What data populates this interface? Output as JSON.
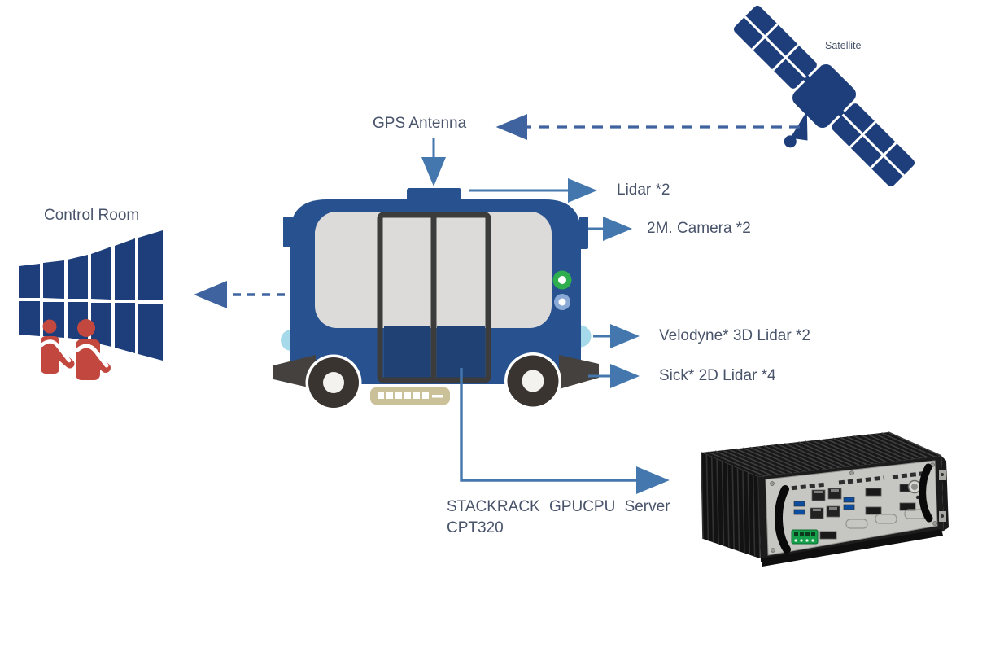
{
  "diagram": {
    "description": "Autonomous shuttle system diagram",
    "labels": {
      "satellite": "Satellite",
      "gps_antenna": "GPS Antenna",
      "control_room": "Control Room"
    },
    "callouts": {
      "lidar": "Lidar *2",
      "camera": "2M. Camera *2",
      "velodyne": "Velodyne* 3D Lidar *2",
      "sick": "Sick* 2D Lidar *4"
    },
    "server": {
      "line1": "STACKRACK GPUCPU Server",
      "line2": "CPT320"
    },
    "colors": {
      "bus_body": "#27528f",
      "navy": "#1d3e7a",
      "window_gray": "#dcdbd9",
      "door_frame": "#3c3c3c",
      "door_panel": "#1f4173",
      "operator_red": "#c2473f",
      "arrow_solid": "#4377ad",
      "arrow_dashed": "#3f639f",
      "label_text": "#49546b",
      "lidar_dome": "#a6d9ea",
      "indicator_green": "#2fae4e",
      "indicator_blue": "#8aa9d6",
      "wheel_dark": "#393430",
      "skirt_gray": "#45413e",
      "plate_tan": "#cac199",
      "server_panel": "#c6c6c2"
    }
  }
}
